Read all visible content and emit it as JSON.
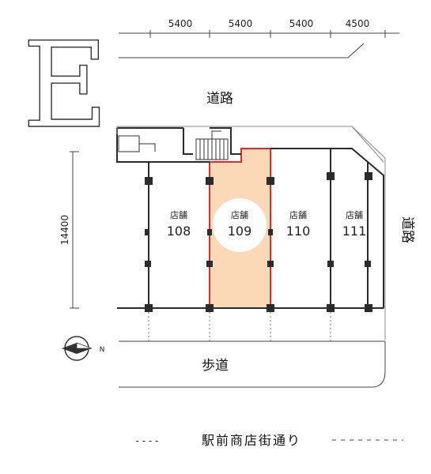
{
  "direction_letter": "E",
  "compass_label": "N",
  "top_dimensions": [
    "5400",
    "5400",
    "5400",
    "4500"
  ],
  "side_dimension": "14400",
  "road_top": "道路",
  "road_right": "道路",
  "sidewalk": "歩道",
  "street_name": "駅前商店街通り",
  "street_dashes": "- - - -",
  "units": [
    {
      "kind": "店舗",
      "number": "108",
      "highlighted": false
    },
    {
      "kind": "店舗",
      "number": "109",
      "highlighted": true
    },
    {
      "kind": "店舗",
      "number": "110",
      "highlighted": false
    },
    {
      "kind": "店舗",
      "number": "111",
      "highlighted": false
    }
  ],
  "colors": {
    "highlight_fill": "#fbd9b8",
    "highlight_border": "#d62f2f",
    "wall": "#2b2b2b"
  }
}
